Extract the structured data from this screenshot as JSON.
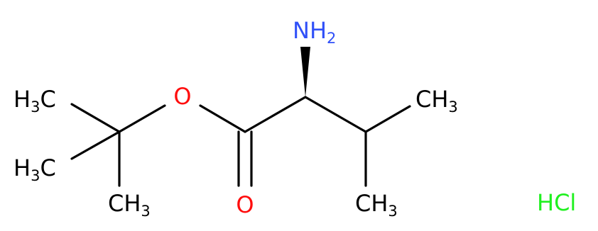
{
  "molecule": {
    "labels": {
      "amine": {
        "main": "NH",
        "sub": "2"
      },
      "ether_oxygen": "O",
      "carbonyl_oxygen": "O",
      "methyl_upper_left": {
        "main1": "H",
        "sub": "3",
        "main2": "C"
      },
      "methyl_lower_left": {
        "main1": "H",
        "sub": "3",
        "main2": "C"
      },
      "methyl_bottom": {
        "main": "CH",
        "sub": "3"
      },
      "methyl_right": {
        "main": "CH",
        "sub": "3"
      },
      "methyl_lower_right": {
        "main": "CH",
        "sub": "3"
      },
      "salt": "HCl"
    },
    "colors": {
      "carbon_bonds": "#000000",
      "nitrogen": "#3050F8",
      "oxygen": "#FF0D0D",
      "chlorine": "#1FF01F",
      "hydrogen_carbon_text": "#000000"
    }
  }
}
